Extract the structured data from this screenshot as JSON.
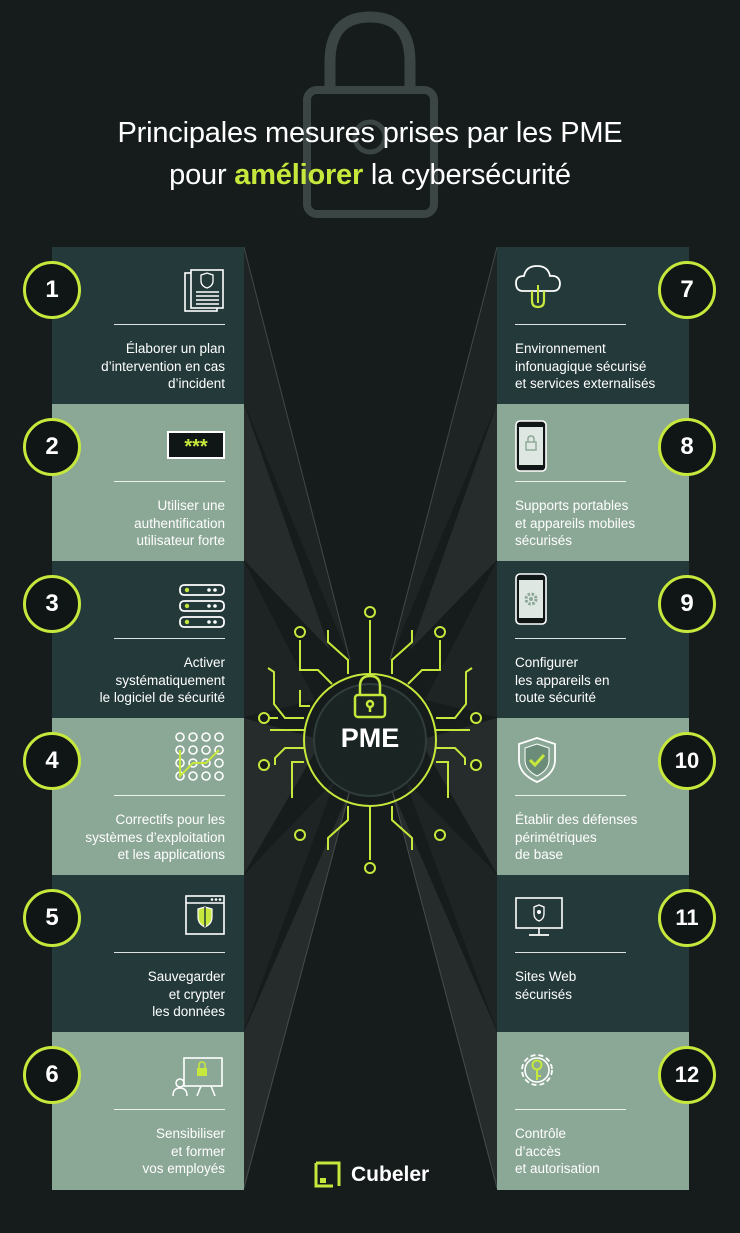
{
  "title": {
    "line1": "Principales mesures prises par les PME",
    "line2_before": "pour ",
    "line2_highlight": "améliorer",
    "line2_after": " la cybersécurité"
  },
  "colors": {
    "background": "#151c1b",
    "accent": "#c6e83c",
    "card_dark": "#24393a",
    "card_light": "#8ba796"
  },
  "center": {
    "label": "PME",
    "icon": "padlock-icon"
  },
  "items": [
    {
      "number": "1",
      "lines": [
        "Élaborer un plan",
        "d’intervention en cas",
        "d’incident"
      ],
      "icon": "document-shield-icon"
    },
    {
      "number": "2",
      "lines": [
        "Utiliser une",
        "authentification",
        "utilisateur forte"
      ],
      "icon": "password-field-icon"
    },
    {
      "number": "3",
      "lines": [
        "Activer",
        "systématiquement",
        "le logiciel de sécurité"
      ],
      "icon": "server-stack-icon"
    },
    {
      "number": "4",
      "lines": [
        "Correctifs pour les",
        "systèmes d’exploitation",
        "et les applications"
      ],
      "icon": "pattern-lock-icon"
    },
    {
      "number": "5",
      "lines": [
        "Sauvegarder",
        "et crypter",
        "les données"
      ],
      "icon": "browser-shield-icon"
    },
    {
      "number": "6",
      "lines": [
        "Sensibiliser",
        "et former",
        "vos employés"
      ],
      "icon": "presentation-board-icon"
    },
    {
      "number": "7",
      "lines": [
        "Environnement",
        "infonuagique sécurisé",
        "et services externalisés"
      ],
      "icon": "cloud-lock-icon"
    },
    {
      "number": "8",
      "lines": [
        "Supports portables",
        "et appareils mobiles",
        "sécurisés"
      ],
      "icon": "smartphone-lock-icon"
    },
    {
      "number": "9",
      "lines": [
        "Configurer",
        "les appareils en",
        "toute sécurité"
      ],
      "icon": "smartphone-gear-icon"
    },
    {
      "number": "10",
      "lines": [
        "Établir des défenses",
        "périmétriques",
        "de base"
      ],
      "icon": "shield-check-icon"
    },
    {
      "number": "11",
      "lines": [
        "Sites Web",
        "sécurisés"
      ],
      "icon": "monitor-lock-icon"
    },
    {
      "number": "12",
      "lines": [
        "Contrôle",
        "d’accès",
        "et autorisation"
      ],
      "icon": "gear-key-icon"
    }
  ],
  "brand": {
    "name": "Cubeler"
  }
}
